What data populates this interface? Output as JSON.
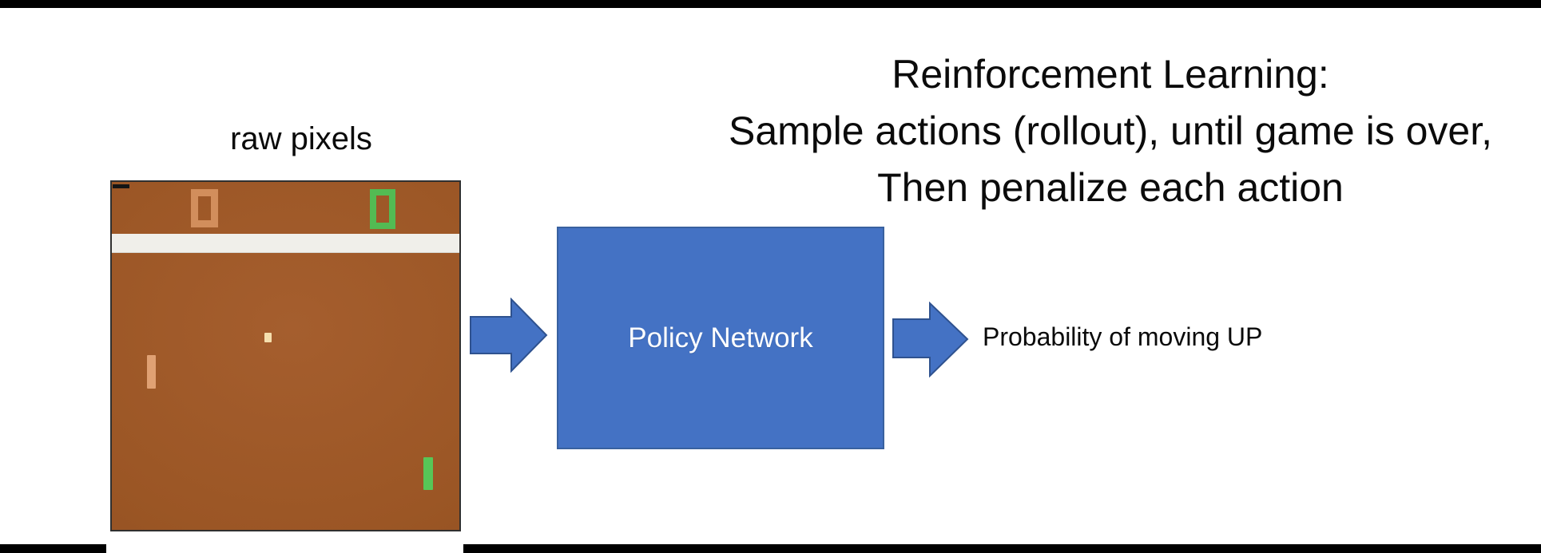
{
  "diagram": {
    "raw_pixels_label": "raw pixels",
    "headline": {
      "line1": "Reinforcement Learning:",
      "line2": "Sample actions (rollout), until game is over,",
      "line3": "Then penalize each action"
    },
    "policy_box": {
      "label": "Policy Network"
    },
    "output_label": "Probability of moving UP",
    "game": {
      "description": "Atari Pong frame",
      "left_score": "0",
      "right_score": "0"
    },
    "colors": {
      "accent_blue_fill": "#4472c4",
      "accent_blue_border": "#2f528f",
      "game_field_brown": "#9b5625",
      "left_player_orange": "#d28e5c",
      "right_player_green": "#53bb53",
      "ball_cream": "#f5dfae",
      "wall_band_white": "#f0efea",
      "edge_bars_black": "#000000",
      "text_black": "#0b0b0b",
      "box_text_white": "#ffffff"
    }
  }
}
